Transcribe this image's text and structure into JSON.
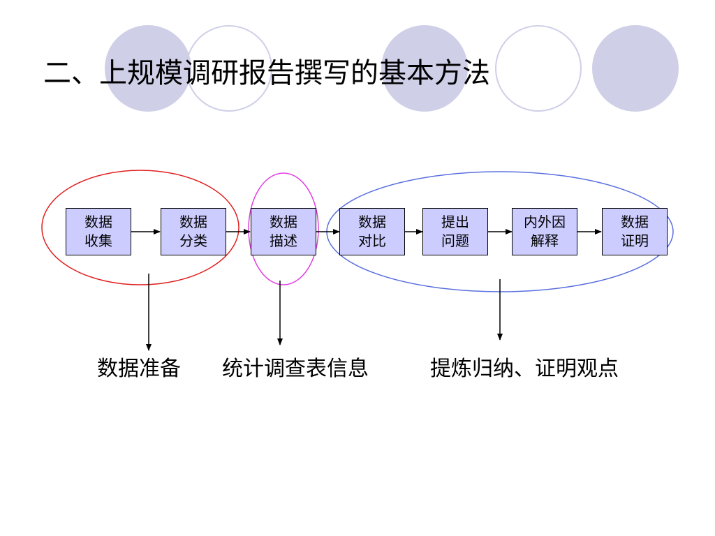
{
  "title": "二、上规模调研报告撰写的基本方法",
  "boxes": [
    {
      "text": "数据\n收集"
    },
    {
      "text": "数据\n分类"
    },
    {
      "text": "数据\n描述"
    },
    {
      "text": "数据\n对比"
    },
    {
      "text": "提出\n问题"
    },
    {
      "text": "内外因\n解释"
    },
    {
      "text": "数据\n证明"
    }
  ],
  "groups": [
    {
      "label": "数据准备",
      "color": "#e02020"
    },
    {
      "label": "统计调查表信息",
      "color": "#e040e0"
    },
    {
      "label": "提炼归纳、证明观点",
      "color": "#5a6fe0"
    }
  ],
  "colors": {
    "box_fill": "#ccccff",
    "decor_circle": "#cfcfe8"
  }
}
